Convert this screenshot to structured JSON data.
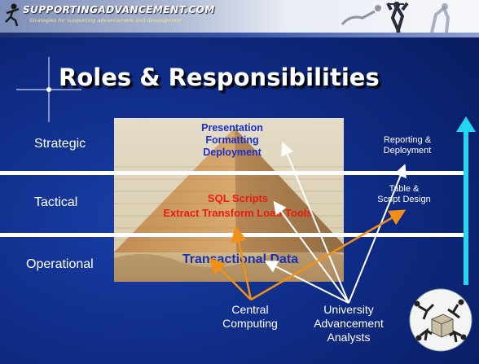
{
  "header": {
    "logo": "SUPPORTINGADVANCEMENT.COM",
    "tagline": "Strategies for supporting advancement and development"
  },
  "title": "Roles & Responsibilities",
  "tiers": {
    "strategic": "Strategic",
    "tactical": "Tactical",
    "operational": "Operational"
  },
  "pyramid": {
    "top_lines": [
      "Presentation",
      "Formatting",
      "Deployment"
    ],
    "mid_lines": [
      "SQL Scripts",
      "Extract Transform Load Tools"
    ],
    "base": "Transactional Data"
  },
  "right": {
    "reporting": [
      "Reporting &",
      "Deployment"
    ],
    "design": [
      "Table &",
      "Script Design"
    ]
  },
  "bottom": {
    "central": [
      "Central",
      "Computing"
    ],
    "university": [
      "University",
      "Advancement",
      "Analysts"
    ]
  },
  "colors": {
    "top_text": "#1c2fc8",
    "mid_text": "#e81c10",
    "base_text": "#1530b0",
    "arrow_orange": "#f09018",
    "arrow_cyan": "#22d8f0"
  }
}
